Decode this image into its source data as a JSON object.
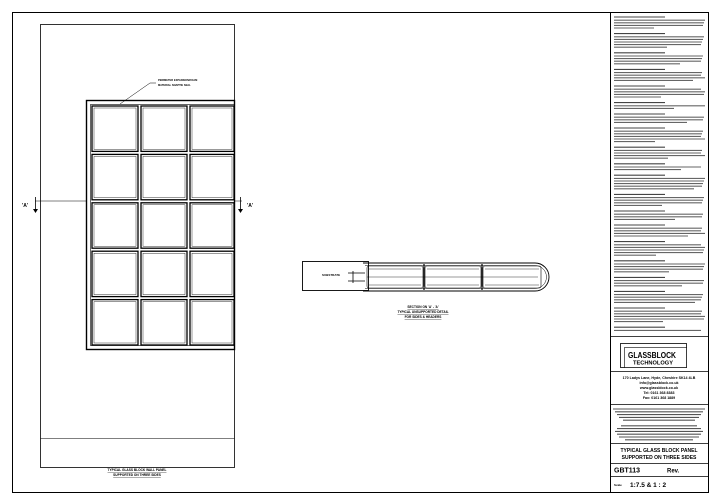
{
  "elevation": {
    "callout": [
      "PERIMETER EXPANSION/FOAM",
      "MATERIAL SNAPTIE SEAL"
    ],
    "section_mark_left": "'A'",
    "section_mark_right": "'A'",
    "caption": [
      "TYPICAL GLASS BLOCK WALL PANEL",
      "SUPPORTED ON THREE SIDES"
    ],
    "grid": {
      "rows": 5,
      "cols": 3
    }
  },
  "section": {
    "substrate_label": "SUBSTRATE",
    "caption": [
      "SECTION ON 'A' - 'A'",
      "TYPICAL UNSUPPORTED DETAIL",
      "FOR SIDES & HEADERS"
    ],
    "block_count": 3
  },
  "title_block": {
    "logo": [
      "GLASSBLOCK",
      "TECHNOLOGY"
    ],
    "address": [
      "170 Ladys Lane, Hyde, Cheshire SK14 4LB",
      "info@glassblock.co.uk",
      "www.glassblock.co.uk",
      "Tel: 0161 368 8383",
      "Fax: 0161 368 1889"
    ],
    "title": [
      "TYPICAL GLASS BLOCK PANEL",
      "SUPPORTED ON THREE SIDES"
    ],
    "drawing_no": "GBT113",
    "rev_label": "Rev.",
    "scale_label": "Scale",
    "scale_value": "1:7.5 & 1 : 2"
  }
}
